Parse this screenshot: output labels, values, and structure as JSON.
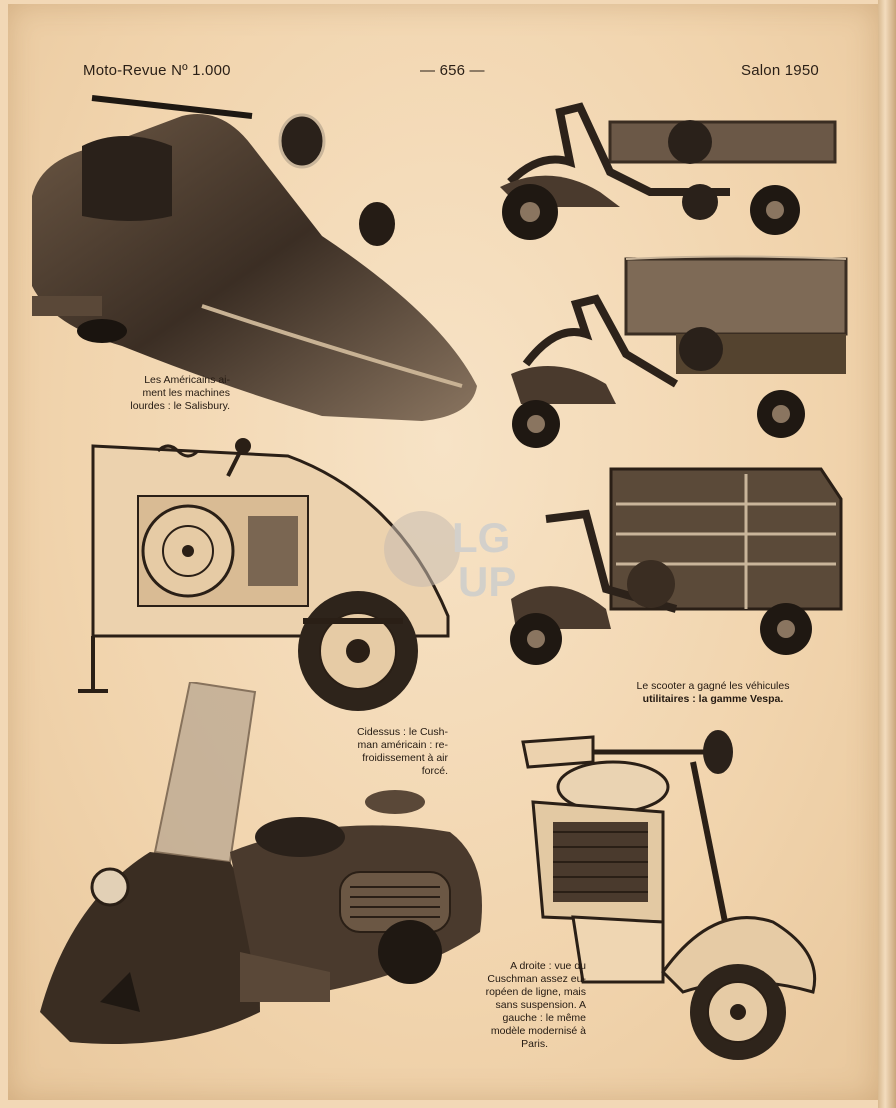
{
  "header": {
    "left": "Moto-Revue Nº 1.000",
    "center": "— 656 —",
    "right": "Salon 1950"
  },
  "captions": {
    "salisbury": [
      "Les Américains ai-",
      "ment les machines",
      "lourdes : le Salisbury."
    ],
    "vespa": [
      "Le scooter a gagné les véhicules",
      "utilitaires : la gamme Vespa."
    ],
    "cushman": [
      "Cidessus : le Cush-",
      "man américain : re-",
      "froidissement à air",
      "forcé."
    ],
    "droite": [
      "A droite : vue du",
      "Cuschman assez eu-",
      "ropéen de ligne, mais",
      "sans suspension. A",
      "gauche : le même",
      "modèle modernisé à",
      "Paris."
    ]
  },
  "watermark": {
    "line1": "LG",
    "line2": "UP"
  },
  "colors": {
    "paper": "#f2d8b6",
    "ink": "#2a1f16",
    "photo_dark": "#3a2d22",
    "photo_mid": "#7a6652"
  }
}
